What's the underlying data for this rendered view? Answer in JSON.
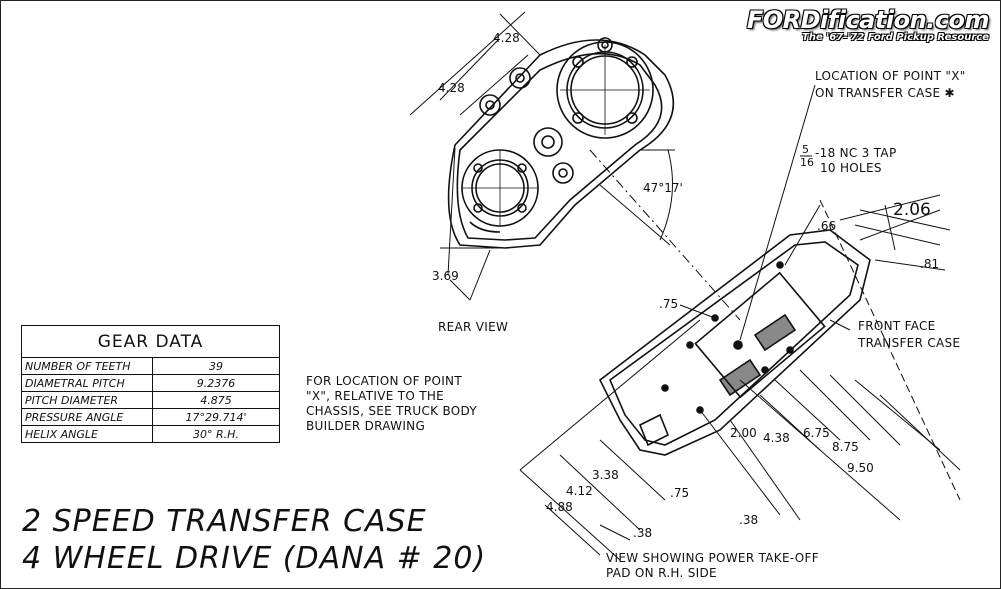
{
  "branding": {
    "site": "FORDification.com",
    "tagline": "The '67-'72 Ford Pickup Resource"
  },
  "gear_data": {
    "title": "GEAR DATA",
    "rows": [
      {
        "label": "NUMBER OF TEETH",
        "value": "39"
      },
      {
        "label": "DIAMETRAL PITCH",
        "value": "9.2376"
      },
      {
        "label": "PITCH DIAMETER",
        "value": "4.875"
      },
      {
        "label": "PRESSURE ANGLE",
        "value": "17°29.714'"
      },
      {
        "label": "HELIX ANGLE",
        "value": "30° R.H."
      }
    ]
  },
  "title_block": {
    "line1": "2 SPEED TRANSFER CASE",
    "line2": "4 WHEEL DRIVE (DANA # 20)"
  },
  "rear_view": {
    "label": "REAR VIEW",
    "dims": {
      "top_a": "4.28",
      "top_b": "4.28",
      "left": "3.69",
      "angle": "47°17'"
    }
  },
  "notes": {
    "point_x_line1": "LOCATION OF POINT \"X\"",
    "point_x_line2": "ON TRANSFER CASE ✱",
    "tap_fraction_num": "5",
    "tap_fraction_den": "16",
    "tap_line1": "-18 NC 3 TAP",
    "tap_line2": "10 HOLES",
    "front_face_line1": "FRONT FACE",
    "front_face_line2": "TRANSFER CASE",
    "chassis_line1": "FOR LOCATION OF POINT",
    "chassis_line2": "\"X\", RELATIVE TO THE",
    "chassis_line3": "CHASSIS, SEE TRUCK BODY",
    "chassis_line4": "BUILDER DRAWING",
    "pto_line1": "VIEW SHOWING POWER TAKE-OFF",
    "pto_line2": "PAD ON R.H. SIDE"
  },
  "side_view_dims": {
    "d_206": "2.06",
    "d_66": ".66",
    "d_81": ".81",
    "d_75_top": ".75",
    "d_200": "2.00",
    "d_438": "4.38",
    "d_675": "6.75",
    "d_875": "8.75",
    "d_950": "9.50",
    "d_338": "3.38",
    "d_412": "4.12",
    "d_488": "4.88",
    "d_75_bot": ".75",
    "d_38_left": ".38",
    "d_38_right": ".38"
  }
}
